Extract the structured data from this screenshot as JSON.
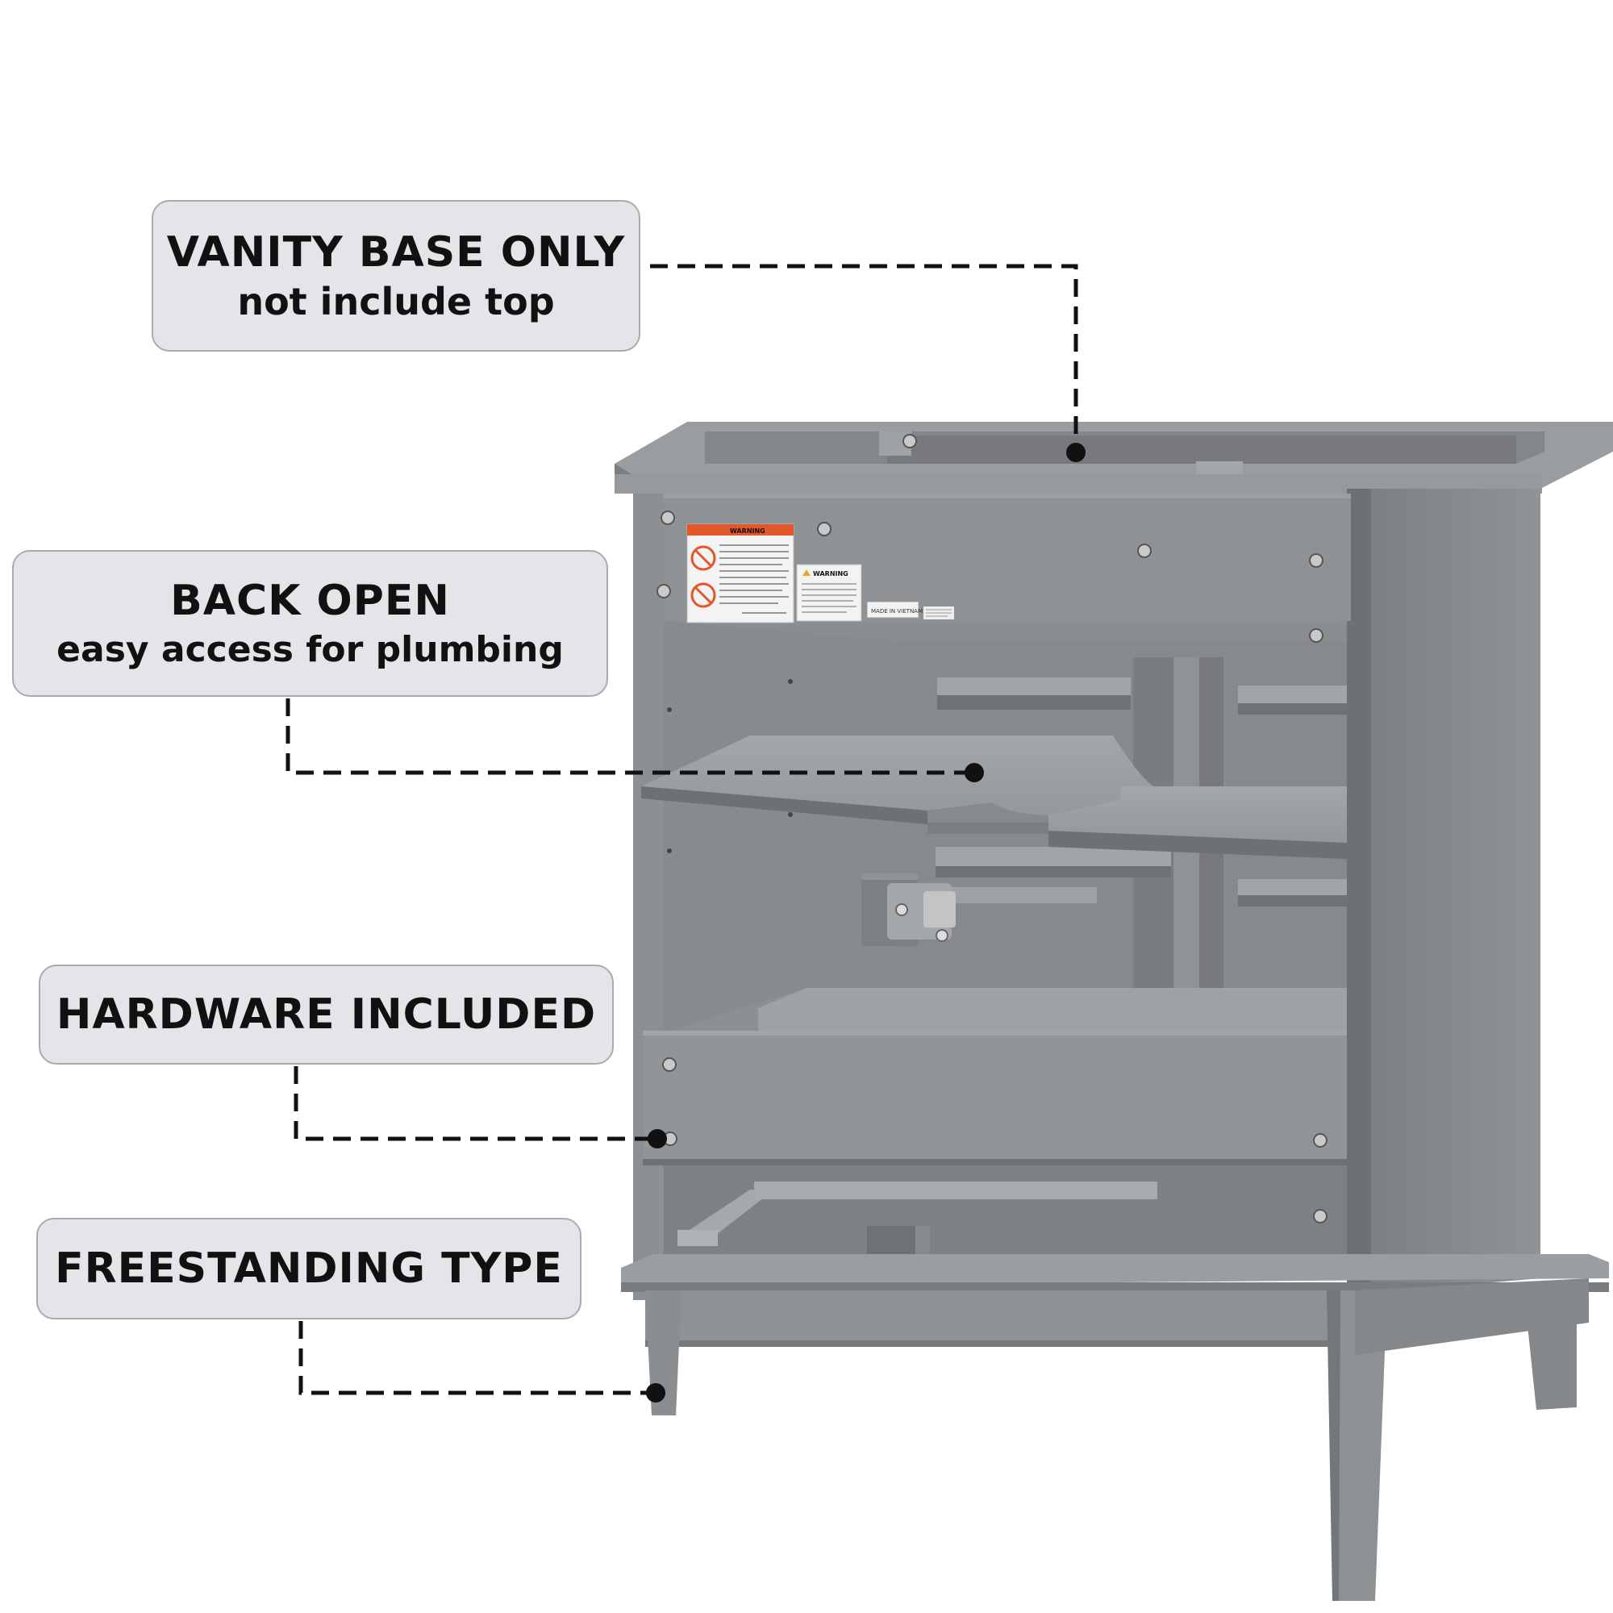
{
  "callouts": {
    "vanity_base": {
      "title": "VANITY BASE ONLY",
      "subtitle": "not include top"
    },
    "back_open": {
      "title": "BACK OPEN",
      "subtitle": "easy access for plumbing"
    },
    "hardware": {
      "title": "HARDWARE INCLUDED"
    },
    "freestanding": {
      "title": "FREESTANDING TYPE"
    }
  },
  "labels": {
    "warning_1": "WARNING",
    "warning_2": "WARNING",
    "made_in": "MADE IN VIETNAM"
  },
  "colors": {
    "cabinet": "#8e9194",
    "callout_fill": "#e4e5e8",
    "callout_border": "#a9abb0",
    "warning_orange": "#e2582b",
    "leader_line": "#111111"
  }
}
